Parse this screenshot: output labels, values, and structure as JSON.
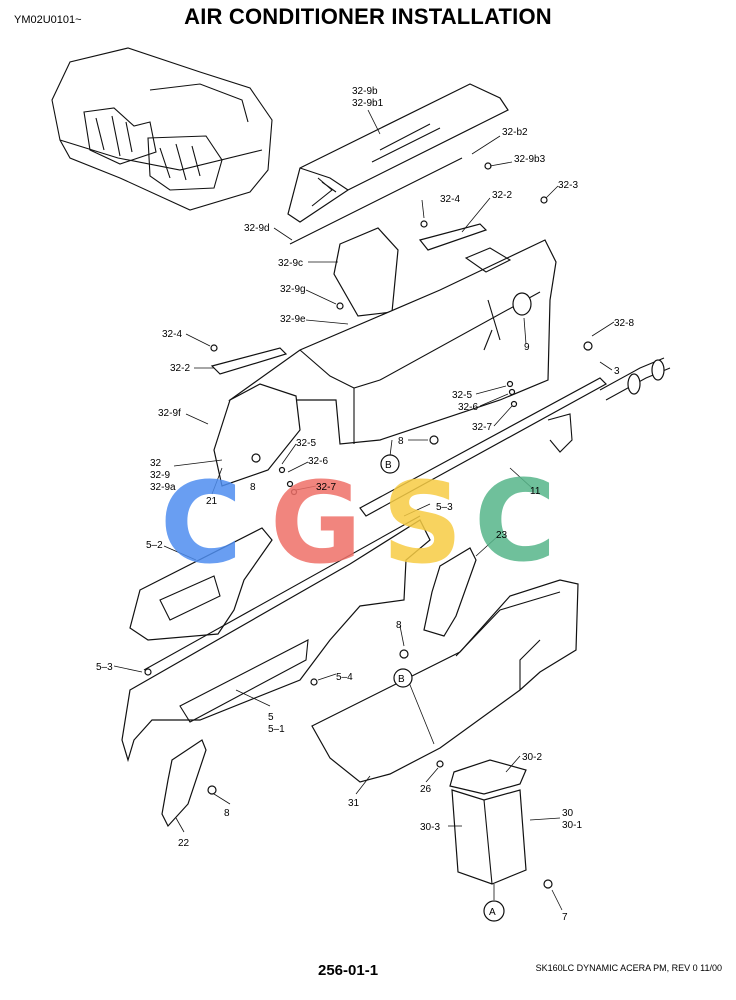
{
  "header": {
    "doc_code": "YM02U0101~",
    "title": "AIR CONDITIONER INSTALLATION"
  },
  "footer": {
    "page_number": "256-01-1",
    "model": "SK160LC DYNAMIC ACERA PM,  REV 0 11/00"
  },
  "watermark": {
    "letters": [
      {
        "char": "C",
        "color": "#4f8ef0"
      },
      {
        "char": "G",
        "color": "#ef7068"
      },
      {
        "char": "S",
        "color": "#f7cc44"
      },
      {
        "char": "C",
        "color": "#56b68a"
      }
    ]
  },
  "labels": {
    "p32_9b": "32-9b",
    "p32_9b1": "32-9b1",
    "p32_b2": "32-b2",
    "p32_9b3": "32-9b3",
    "p32_3": "32-3",
    "p32_4_top": "32-4",
    "p32_2_top": "32-2",
    "p32_9d": "32-9d",
    "p32_9c": "32-9c",
    "p32_9g": "32-9g",
    "p32_9e": "32-9e",
    "p32_8": "32-8",
    "p9": "9",
    "p3": "3",
    "p32_4_left": "32-4",
    "p32_2_left": "32-2",
    "p32_5_right": "32-5",
    "p32_6_right": "32-6",
    "p32_7_right": "32-7",
    "p32_9f": "32-9f",
    "p32_5_left": "32-5",
    "p32_6_left": "32-6",
    "p32_7_left": "32-7",
    "p8_a": "8",
    "p8_b": "8",
    "p8_c": "8",
    "p8_d": "8",
    "p32": "32",
    "p32_9": "32-9",
    "p32_9a": "32-9a",
    "p21": "21",
    "p11": "11",
    "p5_3_right": "5–3",
    "p23": "23",
    "p5_2": "5–2",
    "p5_3_left": "5–3",
    "p5_4": "5–4",
    "p5": "5",
    "p5_1": "5–1",
    "p22": "22",
    "p31": "31",
    "p26": "26",
    "p30_2": "30-2",
    "p30": "30",
    "p30_1": "30-1",
    "p30_3": "30-3",
    "p7": "7",
    "ref_b1": "B",
    "ref_b2": "B",
    "ref_a": "A"
  }
}
